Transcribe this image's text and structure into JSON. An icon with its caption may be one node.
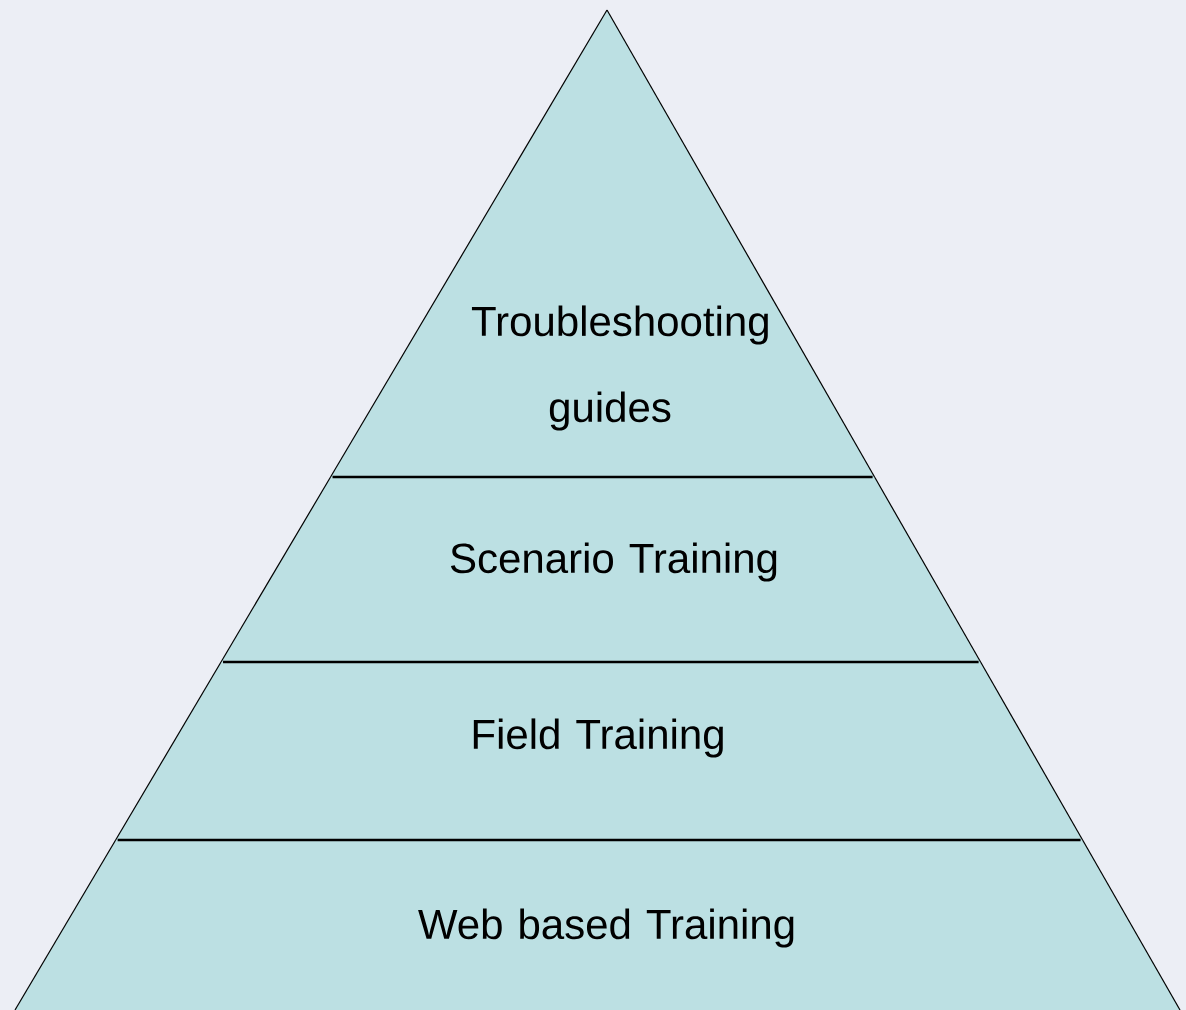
{
  "diagram": {
    "nodes": [
      {
        "text": [
          "Troubleshooting guides"
        ]
      },
      {
        "text": [
          "Scenario Training"
        ]
      },
      {
        "text": [
          "Field Training"
        ]
      },
      {
        "text": [
          "Web based Training"
        ]
      }
    ]
  }
}
